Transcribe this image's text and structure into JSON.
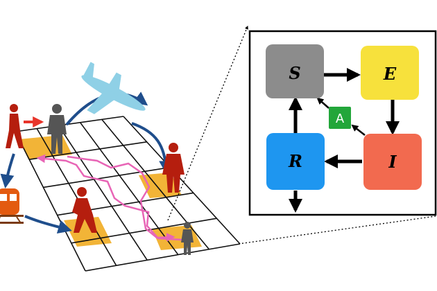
{
  "compartments": {
    "s": {
      "label": "S",
      "color": "#8c8c8c"
    },
    "e": {
      "label": "E",
      "color": "#f7e13c"
    },
    "i": {
      "label": "I",
      "color": "#f26a4f"
    },
    "r": {
      "label": "R",
      "color": "#1e96f0"
    },
    "a": {
      "label": "A",
      "color": "#22a63a"
    }
  },
  "colors": {
    "grid_line": "#111111",
    "highlight_cell": "#f2b437",
    "person_red": "#b51e0e",
    "person_grey": "#555555",
    "travel_arrow": "#1f4e8c",
    "path_pink": "#e865b6",
    "plane": "#8fd0e6",
    "train": "#e35a10",
    "red_arrow": "#e8342a"
  },
  "icons": [
    "airplane-icon",
    "train-icon",
    "person-walking-icon",
    "person-standing-icon"
  ]
}
